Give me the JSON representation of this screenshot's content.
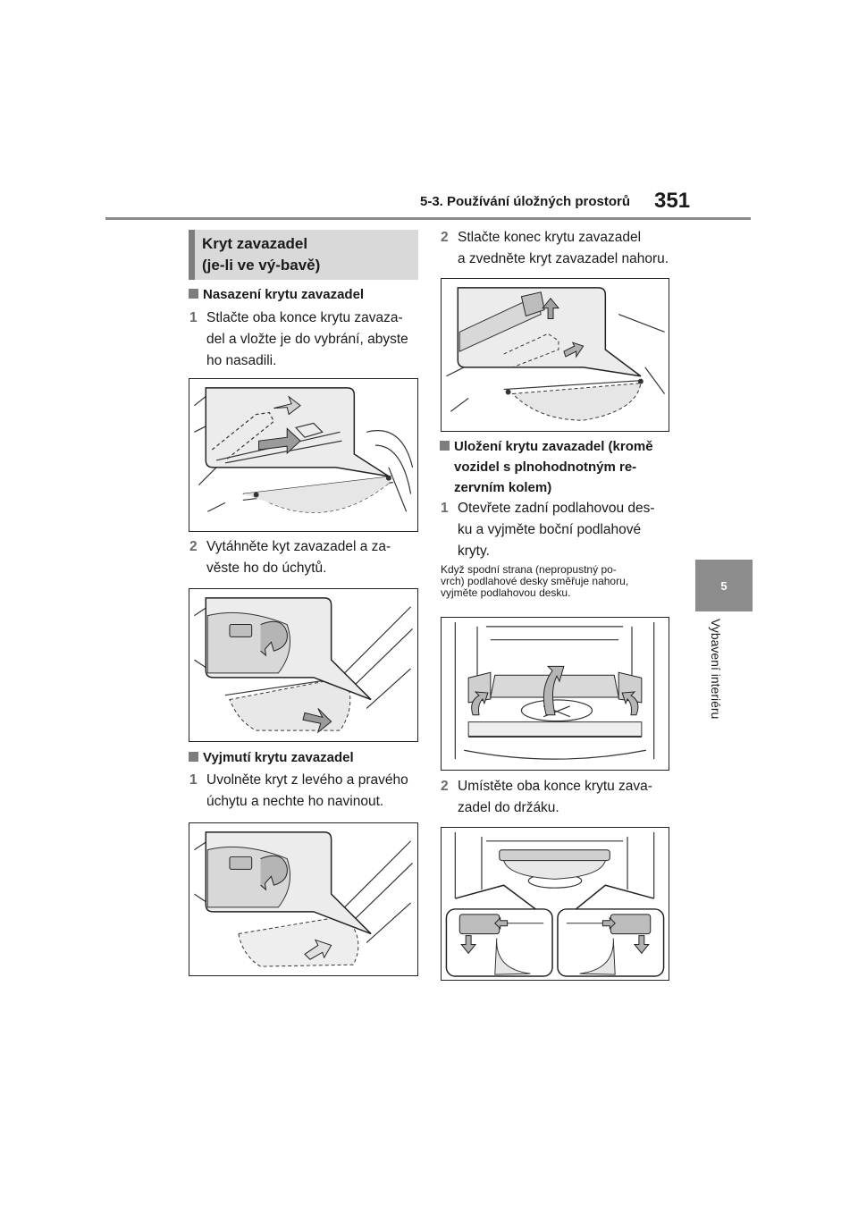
{
  "header": {
    "title": "5-3. Používání úložných prostorů",
    "page_number": "351"
  },
  "chapter": {
    "tab_number": "5",
    "side_title": "Vybavení interiéru"
  },
  "section": {
    "title_line1": "Kryt zavazadel",
    "title_line2": "(je-li ve vý-bavě)"
  },
  "col_left": {
    "install": {
      "heading": "Nasazení krytu zavazadel",
      "step1": {
        "num": "1",
        "lines": [
          "Stlačte oba konce krytu zavaza-",
          "del a vložte je do vybrání, abyste",
          "ho nasadili."
        ]
      },
      "step2": {
        "num": "2",
        "lines": [
          "Vytáhněte kyt zavazadel a za-",
          "věste ho do úchytů."
        ]
      }
    },
    "remove": {
      "heading": "Vyjmutí krytu zavazadel",
      "step1": {
        "num": "1",
        "lines": [
          "Uvolněte kryt z levého a pravého",
          "úchytu a nechte ho navinout."
        ]
      }
    }
  },
  "col_right": {
    "remove_step2": {
      "num": "2",
      "lines": [
        "Stlačte konec krytu zavazadel",
        "a zvedněte kryt zavazadel nahoru."
      ]
    },
    "storage": {
      "heading_lines": [
        "Uložení krytu zavazadel (kromě",
        "vozidel s plnohodnotným re-",
        "zervním kolem)"
      ],
      "step1": {
        "num": "1",
        "lines": [
          "Otevřete zadní podlahovou des-",
          "ku a vyjměte boční podlahové",
          "kryty."
        ]
      },
      "note_lines": [
        "Když spodní strana (nepropustný po-",
        "vrch) podlahové desky směřuje nahoru,",
        "vyjměte podlahovou desku."
      ],
      "step2": {
        "num": "2",
        "lines": [
          "Umístěte oba konce krytu zava-",
          "zadel do držáku."
        ]
      }
    }
  }
}
